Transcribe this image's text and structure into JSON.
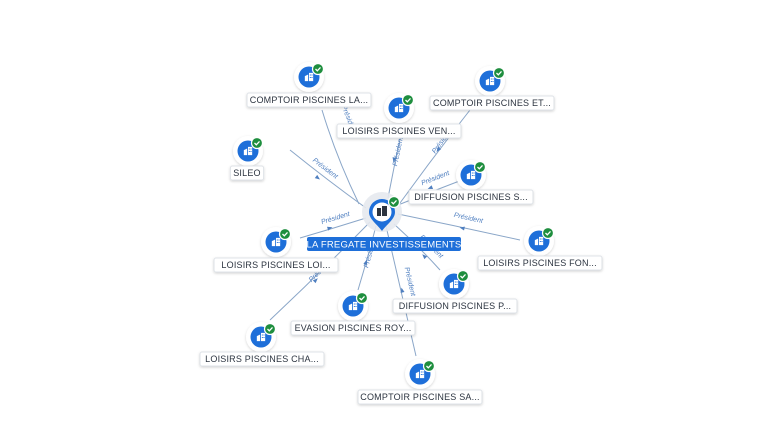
{
  "center": {
    "label": "LA FREGATE INVESTISSEMENTS",
    "icon": "company-icon",
    "verified_icon": "check-badge-icon"
  },
  "colors": {
    "accent": "#1e6fd9",
    "verified": "#1e8e3e",
    "edge": "#8aa6c8",
    "edge_label": "#4f7fc0"
  },
  "nodes": [
    {
      "label": "COMPTOIR PISCINES LA...",
      "edge_label": "Président"
    },
    {
      "label": "COMPTOIR PISCINES ET...",
      "edge_label": "Président"
    },
    {
      "label": "LOISIRS PISCINES VEN...",
      "edge_label": "Président"
    },
    {
      "label": "SILEO",
      "edge_label": "Président"
    },
    {
      "label": "DIFFUSION PISCINES S...",
      "edge_label": "Président"
    },
    {
      "label": "LOISIRS PISCINES LOI...",
      "edge_label": "Président"
    },
    {
      "label": "LOISIRS PISCINES FON...",
      "edge_label": "Président"
    },
    {
      "label": "DIFFUSION PISCINES P...",
      "edge_label": "Président"
    },
    {
      "label": "EVASION PISCINES ROY...",
      "edge_label": "Président"
    },
    {
      "label": "LOISIRS PISCINES CHA...",
      "edge_label": "Président"
    },
    {
      "label": "COMPTOIR PISCINES SA...",
      "edge_label": "Président"
    }
  ]
}
